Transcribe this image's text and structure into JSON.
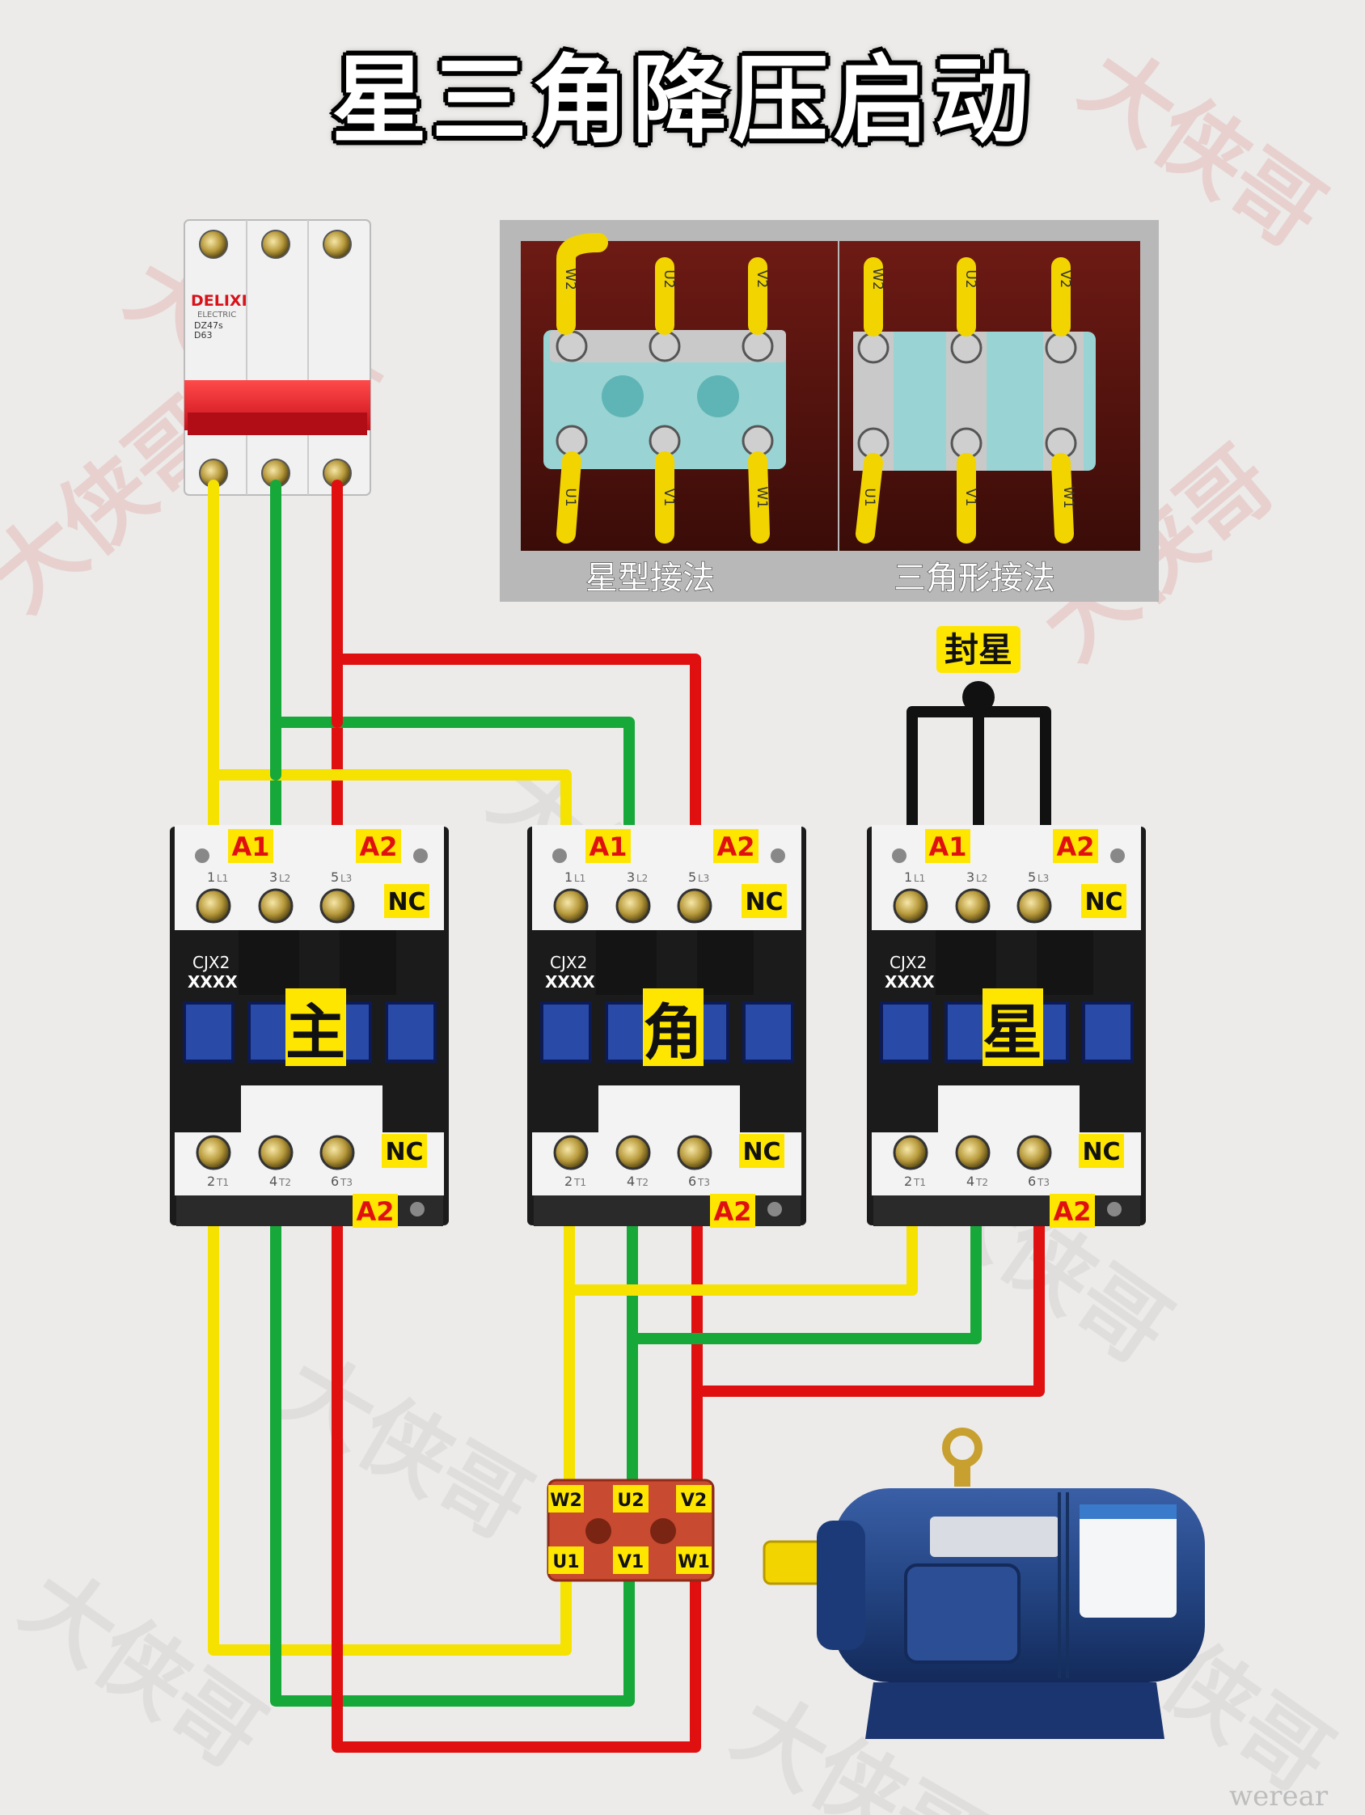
{
  "title": "星三角降压启动",
  "breaker": {
    "brand": "DELIXI",
    "sub": "ELECTRIC",
    "model": "DZ47s",
    "rating": "D63"
  },
  "photo": {
    "star_caption": "星型接法",
    "delta_caption": "三角形接法",
    "star_tags": [
      "W2",
      "U2",
      "V2",
      "U1",
      "V1",
      "W1"
    ],
    "delta_tags": [
      "W2",
      "U2",
      "V2",
      "U1",
      "V1",
      "W1"
    ]
  },
  "seal_star_label": "封星",
  "contactors": [
    {
      "name": "主",
      "model": "CJX2",
      "code": "XXXX"
    },
    {
      "name": "角",
      "model": "CJX2",
      "code": "XXXX"
    },
    {
      "name": "星",
      "model": "CJX2",
      "code": "XXXX"
    }
  ],
  "contactor_labels": {
    "a1": "A1",
    "a2": "A2",
    "nc": "NC",
    "top_terminals": [
      "1",
      "L1",
      "3",
      "L2",
      "5",
      "L3"
    ],
    "bottom_terminals": [
      "2",
      "T1",
      "4",
      "T2",
      "6",
      "T3"
    ]
  },
  "terminal_block": {
    "top": [
      "W2",
      "U2",
      "V2"
    ],
    "bottom": [
      "U1",
      "V1",
      "W1"
    ]
  },
  "watermark": "大侠哥",
  "corner_mark": "werear",
  "colors": {
    "yellow": "#f5e200",
    "green": "#17a83a",
    "red": "#e01010",
    "black": "#111111",
    "label_bg": "#ffe600"
  }
}
